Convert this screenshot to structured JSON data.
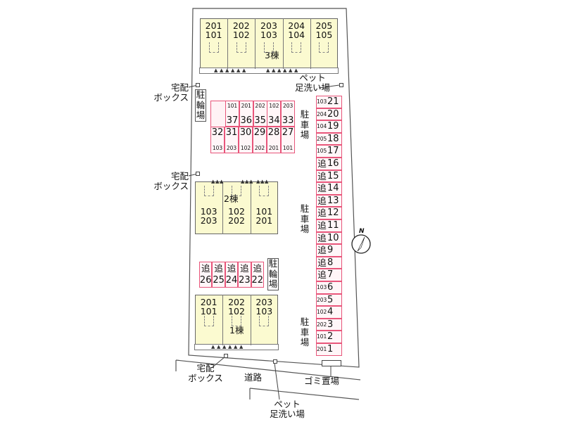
{
  "buildings": {
    "b3": {
      "name": "3棟",
      "units": [
        [
          "201",
          "101"
        ],
        [
          "202",
          "102"
        ],
        [
          "203",
          "103"
        ],
        [
          "204",
          "104"
        ],
        [
          "205",
          "105"
        ]
      ]
    },
    "b2": {
      "name": "2棟",
      "units": [
        [
          "103",
          "203"
        ],
        [
          "102",
          "202"
        ],
        [
          "101",
          "201"
        ]
      ]
    },
    "b1": {
      "name": "1棟",
      "units": [
        [
          "201",
          "101"
        ],
        [
          "202",
          "102"
        ],
        [
          "203",
          "103"
        ]
      ]
    }
  },
  "labels": {
    "delivery_box": "宅配\nボックス",
    "bike_parking": "駐輪場",
    "parking": "駐車場",
    "pet_wash": "ペット\n足洗い場",
    "road": "道路",
    "garbage": "ゴミ置場",
    "north": "N"
  },
  "central_lot": {
    "top_units": [
      "101",
      "201",
      "202",
      "102",
      "203"
    ],
    "top_numbers": [
      "37",
      "36",
      "35",
      "34",
      "33"
    ],
    "bottom_numbers": [
      "32",
      "31",
      "30",
      "29",
      "28",
      "27"
    ],
    "bottom_units": [
      "103",
      "203",
      "102",
      "202",
      "201",
      "101"
    ]
  },
  "right_lot": [
    {
      "unit": "103",
      "num": "21"
    },
    {
      "unit": "204",
      "num": "20"
    },
    {
      "unit": "104",
      "num": "19"
    },
    {
      "unit": "205",
      "num": "18"
    },
    {
      "unit": "105",
      "num": "17"
    },
    {
      "unit": "追",
      "num": "16"
    },
    {
      "unit": "追",
      "num": "15"
    },
    {
      "unit": "追",
      "num": "14"
    },
    {
      "unit": "追",
      "num": "13"
    },
    {
      "unit": "追",
      "num": "12"
    },
    {
      "unit": "追",
      "num": "11"
    },
    {
      "unit": "追",
      "num": "10"
    },
    {
      "unit": "追",
      "num": "9"
    },
    {
      "unit": "追",
      "num": "8"
    },
    {
      "unit": "追",
      "num": "7"
    },
    {
      "unit": "103",
      "num": "6"
    },
    {
      "unit": "203",
      "num": "5"
    },
    {
      "unit": "102",
      "num": "4"
    },
    {
      "unit": "202",
      "num": "3"
    },
    {
      "unit": "101",
      "num": "2"
    },
    {
      "unit": "201",
      "num": "1"
    }
  ],
  "extra_lot": [
    {
      "top": "追",
      "num": "26"
    },
    {
      "top": "追",
      "num": "25"
    },
    {
      "top": "追",
      "num": "24"
    },
    {
      "top": "追",
      "num": "23"
    },
    {
      "top": "追",
      "num": "22"
    }
  ]
}
